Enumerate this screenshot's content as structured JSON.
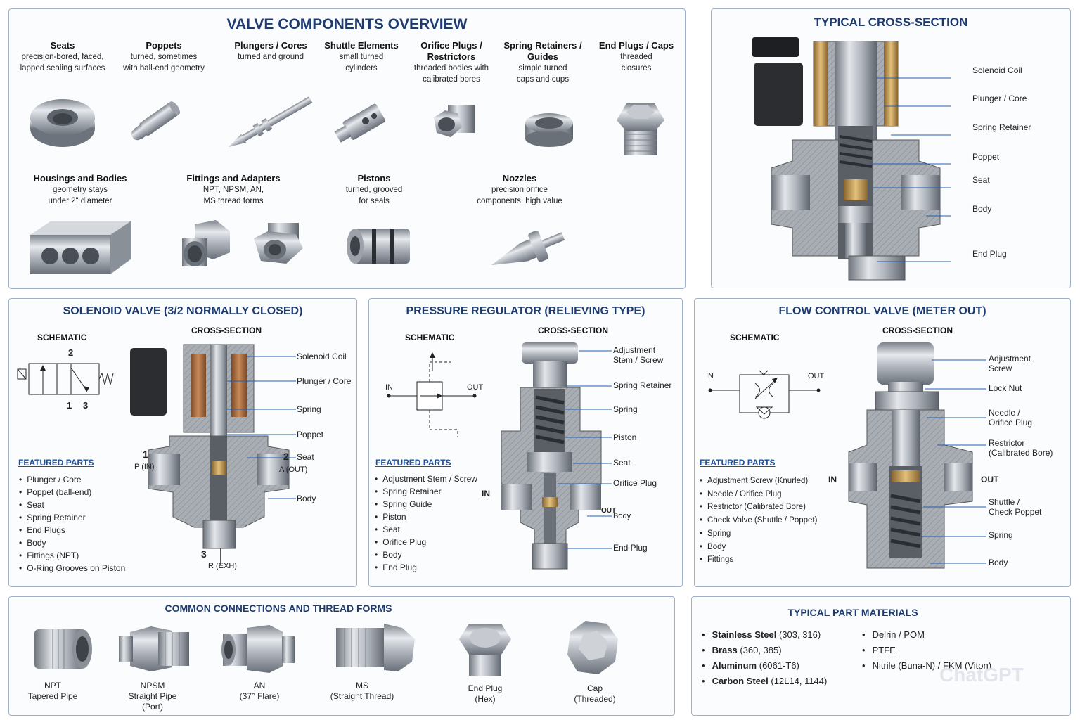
{
  "overview": {
    "title": "VALVE COMPONENTS OVERVIEW",
    "row1": [
      {
        "name": "Seats",
        "desc1": "precision-bored, faced,",
        "desc2": "lapped sealing surfaces"
      },
      {
        "name": "Poppets",
        "desc1": "turned, sometimes",
        "desc2": "with ball-end geometry"
      },
      {
        "name": "Plungers / Cores",
        "desc1": "turned and ground",
        "desc2": ""
      },
      {
        "name": "Shuttle Elements",
        "desc1": "small turned",
        "desc2": "cylinders"
      },
      {
        "name": "Orifice Plugs /",
        "name2": "Restrictors",
        "desc1": "threaded bodies with",
        "desc2": "calibrated bores"
      },
      {
        "name": "Spring Retainers /",
        "name2": "Guides",
        "desc1": "simple turned",
        "desc2": "caps and cups"
      },
      {
        "name": "End Plugs / Caps",
        "desc1": "threaded",
        "desc2": "closures"
      }
    ],
    "row2": [
      {
        "name": "Housings and Bodies",
        "desc1": "geometry stays",
        "desc2": "under 2\" diameter"
      },
      {
        "name": "Fittings and Adapters",
        "desc1": "NPT, NPSM, AN,",
        "desc2": "MS thread forms"
      },
      {
        "name": "Pistons",
        "desc1": "turned, grooved",
        "desc2": "for seals"
      },
      {
        "name": "Nozzles",
        "desc1": "precision orifice",
        "desc2": "components, high value"
      }
    ]
  },
  "typical": {
    "title": "TYPICAL CROSS-SECTION",
    "labels": [
      "Solenoid Coil",
      "Plunger / Core",
      "Spring Retainer",
      "Poppet",
      "Seat",
      "Body",
      "End Plug"
    ]
  },
  "solenoid": {
    "title": "SOLENOID VALVE",
    "title_sub": "(3/2 NORMALLY CLOSED)",
    "schematic": "SCHEMATIC",
    "cross": "CROSS-SECTION",
    "port2": "2",
    "port1": "1",
    "port3": "3",
    "p_in_num": "1",
    "p_in": "P (IN)",
    "a_out_num": "2",
    "a_out": "A (OUT)",
    "r_exh_num": "3",
    "r_exh": "R (EXH)",
    "labels": [
      "Solenoid Coil",
      "Plunger / Core",
      "Spring",
      "Poppet",
      "Seat",
      "Body"
    ],
    "featured_title": "FEATURED PARTS",
    "featured": [
      "Plunger / Core",
      "Poppet (ball-end)",
      "Seat",
      "Spring Retainer",
      "End Plugs",
      "Body",
      "Fittings (NPT)",
      "O-Ring Grooves on Piston"
    ]
  },
  "regulator": {
    "title": "PRESSURE REGULATOR",
    "title_sub": "(RELIEVING TYPE)",
    "schematic": "SCHEMATIC",
    "cross": "CROSS-SECTION",
    "in": "IN",
    "out": "OUT",
    "sec_in": "IN",
    "sec_out": "OUT",
    "labels": [
      "Adjustment",
      "Stem / Screw",
      "Spring Retainer",
      "Spring",
      "Piston",
      "Seat",
      "Orifice Plug",
      "Body",
      "End Plug"
    ],
    "featured_title": "FEATURED PARTS",
    "featured": [
      "Adjustment Stem / Screw",
      "Spring Retainer",
      "Spring Guide",
      "Piston",
      "Seat",
      "Orifice Plug",
      "Body",
      "End Plug"
    ]
  },
  "flow": {
    "title": "FLOW CONTROL VALVE",
    "title_sub": "(METER OUT)",
    "schematic": "SCHEMATIC",
    "cross": "CROSS-SECTION",
    "in": "IN",
    "out": "OUT",
    "sec_in": "IN",
    "sec_out": "OUT",
    "labels": [
      "Adjustment",
      "Screw",
      "Lock Nut",
      "Needle /",
      "Orifice Plug",
      "Restrictor",
      "(Calibrated Bore)",
      "Shuttle /",
      "Check Poppet",
      "Spring",
      "Body"
    ],
    "featured_title": "FEATURED PARTS",
    "featured": [
      "Adjustment Screw (Knurled)",
      "Needle / Orifice Plug",
      "Restrictor (Calibrated Bore)",
      "Check Valve (Shuttle / Poppet)",
      "Spring",
      "Body",
      "Fittings"
    ]
  },
  "connections": {
    "title": "COMMON CONNECTIONS AND THREAD FORMS",
    "items": [
      {
        "name": "NPT",
        "desc": "Tapered Pipe",
        "desc2": ""
      },
      {
        "name": "NPSM",
        "desc": "Straight Pipe",
        "desc2": "(Port)"
      },
      {
        "name": "AN",
        "desc": "(37° Flare)",
        "desc2": ""
      },
      {
        "name": "MS",
        "desc": "(Straight Thread)",
        "desc2": ""
      },
      {
        "name": "End Plug",
        "desc": "(Hex)",
        "desc2": ""
      },
      {
        "name": "Cap",
        "desc": "(Threaded)",
        "desc2": ""
      }
    ]
  },
  "materials": {
    "title": "TYPICAL PART MATERIALS",
    "left": [
      {
        "b": "Stainless Steel",
        "r": " (303, 316)"
      },
      {
        "b": "Brass",
        "r": " (360, 385)"
      },
      {
        "b": "Aluminum",
        "r": " (6061-T6)"
      },
      {
        "b": "Carbon Steel",
        "r": " (12L14, 1144)"
      }
    ],
    "right": [
      "Delrin / POM",
      "PTFE",
      "Nitrile (Buna-N) / FKM (Viton)"
    ]
  },
  "watermark": "ChatGPT",
  "colors": {
    "title": "#1d3b70",
    "panel_border": "#9fb0c8",
    "featured": "#1d4f9a",
    "steel": "#b9bec6",
    "brass": "#c9a15c"
  }
}
